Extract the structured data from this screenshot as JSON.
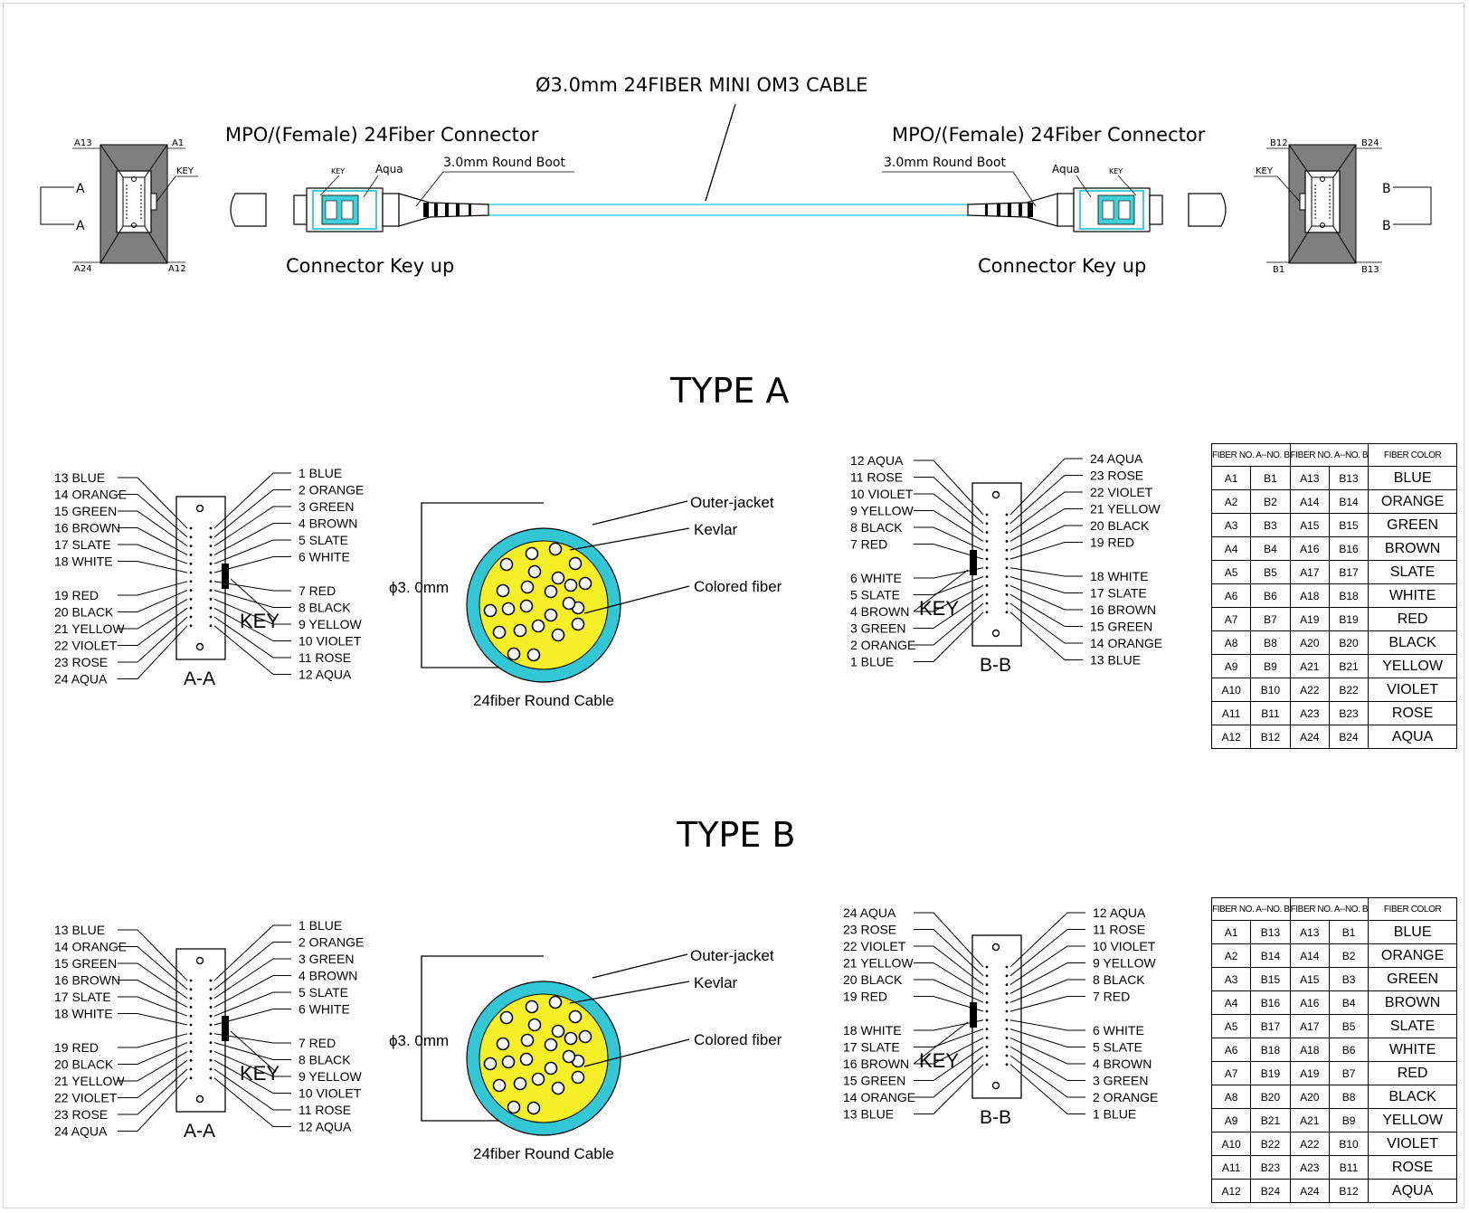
{
  "cable": {
    "title": "Ø3.0mm 24FIBER  MINI OM3 CABLE",
    "left_connector_label": "MPO/(Female) 24Fiber Connector",
    "right_connector_label": "MPO/(Female) 24Fiber Connector",
    "left_boot_label": "3.0mm Round Boot",
    "right_boot_label": "3.0mm Round Boot",
    "aqua_label": "Aqua",
    "key_label": "KEY",
    "key_up_label": "Connector Key up",
    "left_face": {
      "a13": "A13",
      "a1": "A1",
      "a24": "A24",
      "a12": "A12",
      "section": "A"
    },
    "right_face": {
      "b12": "B12",
      "b24": "B24",
      "b1": "B1",
      "b13": "B13",
      "section": "B"
    },
    "colors": {
      "aqua": "#3fd0d8",
      "gray": "#7f7f7f"
    }
  },
  "cable_section": {
    "diameter": "ϕ3. 0mm",
    "outer_jacket": "Outer-jacket",
    "kevlar": "Kevlar",
    "colored_fiber": "Colored fiber",
    "caption": "24fiber Round Cable",
    "colors": {
      "jacket": "#33c6d4",
      "kevlar": "#f5ef27"
    }
  },
  "type_a": {
    "heading": "TYPE A",
    "aa": {
      "label": "A-A",
      "key": "KEY",
      "left": [
        "13 BLUE",
        "14 ORANGE",
        "15 GREEN",
        "16 BROWN",
        "17 SLATE",
        "18 WHITE",
        "19 RED",
        "20 BLACK",
        "21 YELLOW",
        "22 VIOLET",
        "23 ROSE",
        "24 AQUA"
      ],
      "right": [
        "1 BLUE",
        "2 ORANGE",
        "3 GREEN",
        "4 BROWN",
        "5 SLATE",
        "6 WHITE",
        "7 RED",
        "8 BLACK",
        "9 YELLOW",
        "10 VIOLET",
        "11 ROSE",
        "12 AQUA"
      ]
    },
    "bb": {
      "label": "B-B",
      "key": "KEY",
      "left": [
        "12 AQUA",
        "11 ROSE",
        "10 VIOLET",
        "9 YELLOW",
        "8 BLACK",
        "7 RED",
        "6 WHITE",
        "5 SLATE",
        "4 BROWN",
        "3 GREEN",
        "2 ORANGE",
        "1 BLUE"
      ],
      "right": [
        "24 AQUA",
        "23 ROSE",
        "22 VIOLET",
        "21 YELLOW",
        "20 BLACK",
        "19 RED",
        "18 WHITE",
        "17 SLATE",
        "16 BROWN",
        "15 GREEN",
        "14 ORANGE",
        "13 BLUE"
      ]
    },
    "table": {
      "headers": [
        "FIBER NO. A--NO. B",
        "FIBER NO. A--NO. B",
        "FIBER COLOR"
      ],
      "rows": [
        [
          "A1",
          "B1",
          "A13",
          "B13",
          "BLUE"
        ],
        [
          "A2",
          "B2",
          "A14",
          "B14",
          "ORANGE"
        ],
        [
          "A3",
          "B3",
          "A15",
          "B15",
          "GREEN"
        ],
        [
          "A4",
          "B4",
          "A16",
          "B16",
          "BROWN"
        ],
        [
          "A5",
          "B5",
          "A17",
          "B17",
          "SLATE"
        ],
        [
          "A6",
          "B6",
          "A18",
          "B18",
          "WHITE"
        ],
        [
          "A7",
          "B7",
          "A19",
          "B19",
          "RED"
        ],
        [
          "A8",
          "B8",
          "A20",
          "B20",
          "BLACK"
        ],
        [
          "A9",
          "B9",
          "A21",
          "B21",
          "YELLOW"
        ],
        [
          "A10",
          "B10",
          "A22",
          "B22",
          "VIOLET"
        ],
        [
          "A11",
          "B11",
          "A23",
          "B23",
          "ROSE"
        ],
        [
          "A12",
          "B12",
          "A24",
          "B24",
          "AQUA"
        ]
      ]
    }
  },
  "type_b": {
    "heading": "TYPE B",
    "aa": {
      "label": "A-A",
      "key": "KEY",
      "left": [
        "13 BLUE",
        "14 ORANGE",
        "15 GREEN",
        "16 BROWN",
        "17 SLATE",
        "18 WHITE",
        "19 RED",
        "20 BLACK",
        "21 YELLOW",
        "22 VIOLET",
        "23 ROSE",
        "24 AQUA"
      ],
      "right": [
        "1 BLUE",
        "2 ORANGE",
        "3 GREEN",
        "4 BROWN",
        "5 SLATE",
        "6 WHITE",
        "7 RED",
        "8 BLACK",
        "9 YELLOW",
        "10 VIOLET",
        "11 ROSE",
        "12 AQUA"
      ]
    },
    "bb": {
      "label": "B-B",
      "key": "KEY",
      "left": [
        "24 AQUA",
        "23 ROSE",
        "22 VIOLET",
        "21 YELLOW",
        "20 BLACK",
        "19 RED",
        "18 WHITE",
        "17 SLATE",
        "16 BROWN",
        "15 GREEN",
        "14 ORANGE",
        "13 BLUE"
      ],
      "right": [
        "12 AQUA",
        "11 ROSE",
        "10 VIOLET",
        "9 YELLOW",
        "8 BLACK",
        "7 RED",
        "6 WHITE",
        "5 SLATE",
        "4 BROWN",
        "3 GREEN",
        "2 ORANGE",
        "1 BLUE"
      ]
    },
    "table": {
      "headers": [
        "FIBER NO. A--NO. B",
        "FIBER NO. A--NO. B",
        "FIBER COLOR"
      ],
      "rows": [
        [
          "A1",
          "B13",
          "A13",
          "B1",
          "BLUE"
        ],
        [
          "A2",
          "B14",
          "A14",
          "B2",
          "ORANGE"
        ],
        [
          "A3",
          "B15",
          "A15",
          "B3",
          "GREEN"
        ],
        [
          "A4",
          "B16",
          "A16",
          "B4",
          "BROWN"
        ],
        [
          "A5",
          "B17",
          "A17",
          "B5",
          "SLATE"
        ],
        [
          "A6",
          "B18",
          "A18",
          "B6",
          "WHITE"
        ],
        [
          "A7",
          "B19",
          "A19",
          "B7",
          "RED"
        ],
        [
          "A8",
          "B20",
          "A20",
          "B8",
          "BLACK"
        ],
        [
          "A9",
          "B21",
          "A21",
          "B9",
          "YELLOW"
        ],
        [
          "A10",
          "B22",
          "A22",
          "B10",
          "VIOLET"
        ],
        [
          "A11",
          "B23",
          "A23",
          "B11",
          "ROSE"
        ],
        [
          "A12",
          "B24",
          "A24",
          "B12",
          "AQUA"
        ]
      ]
    }
  }
}
